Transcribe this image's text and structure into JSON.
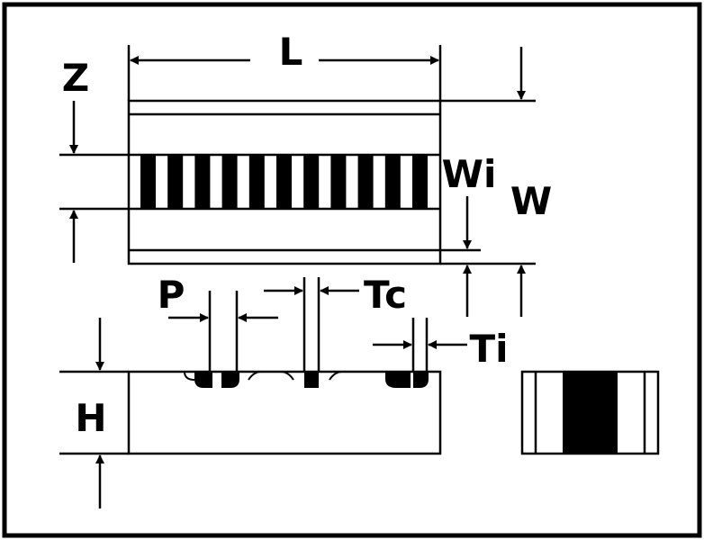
{
  "labels": {
    "L": "L",
    "Z": "Z",
    "Wi": "Wi",
    "W": "W",
    "P": "P",
    "Tc": "Tc",
    "Ti": "Ti",
    "H": "H"
  },
  "colors": {
    "ink": "#000000",
    "background": "#ffffff"
  }
}
